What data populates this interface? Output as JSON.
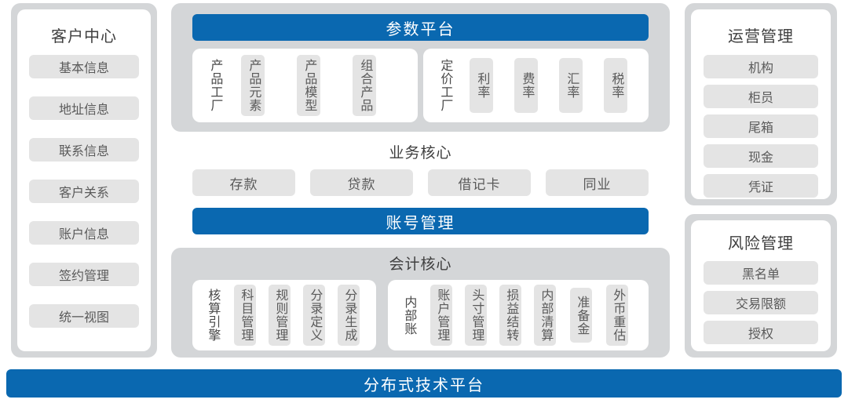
{
  "left_panel": {
    "title": "客户中心",
    "items": [
      {
        "label": "基本信息"
      },
      {
        "label": "地址信息"
      },
      {
        "label": "联系信息"
      },
      {
        "label": "客户关系"
      },
      {
        "label": "账户信息"
      },
      {
        "label": "签约管理"
      },
      {
        "label": "统一视图"
      }
    ]
  },
  "parameter_platform": {
    "title": "参数平台",
    "groups": [
      {
        "name": "product-factory-group",
        "lead": "产品工厂",
        "items": [
          "产品元素",
          "产品模型",
          "组合产品"
        ]
      },
      {
        "name": "pricing-factory-group",
        "lead": "定价工厂",
        "items": [
          "利率",
          "费率",
          "汇率",
          "税率"
        ]
      }
    ]
  },
  "business_core": {
    "title": "业务核心",
    "items": [
      "存款",
      "贷款",
      "借记卡",
      "同业"
    ]
  },
  "account_management": {
    "title": "账号管理"
  },
  "accounting_core": {
    "title": "会计核心",
    "groups": [
      {
        "name": "accounting-engine-group",
        "lead": "核算引擎",
        "items": [
          "科目管理",
          "规则管理",
          "分录定义",
          "分录生成"
        ]
      },
      {
        "name": "internal-ledger-group",
        "lead": "内部账",
        "items": [
          "账户管理",
          "头寸管理",
          "损益结转",
          "内部清算",
          "准备金",
          "外币重估"
        ]
      }
    ]
  },
  "operations_panel": {
    "title": "运营管理",
    "items": [
      {
        "label": "机构"
      },
      {
        "label": "柜员"
      },
      {
        "label": "尾箱"
      },
      {
        "label": "现金"
      },
      {
        "label": "凭证"
      }
    ]
  },
  "risk_panel": {
    "title": "风险管理",
    "items": [
      {
        "label": "黑名单"
      },
      {
        "label": "交易限额"
      },
      {
        "label": "授权"
      }
    ]
  },
  "footer": {
    "title": "分布式技术平台"
  },
  "colors": {
    "brand_blue": "#0a68b0",
    "frame_gray": "#d4d6d8",
    "chip_gray": "#e4e4e4",
    "panel_white": "#ffffff",
    "heading_text": "#3f3f3f",
    "chip_text": "#5a5a5a"
  }
}
